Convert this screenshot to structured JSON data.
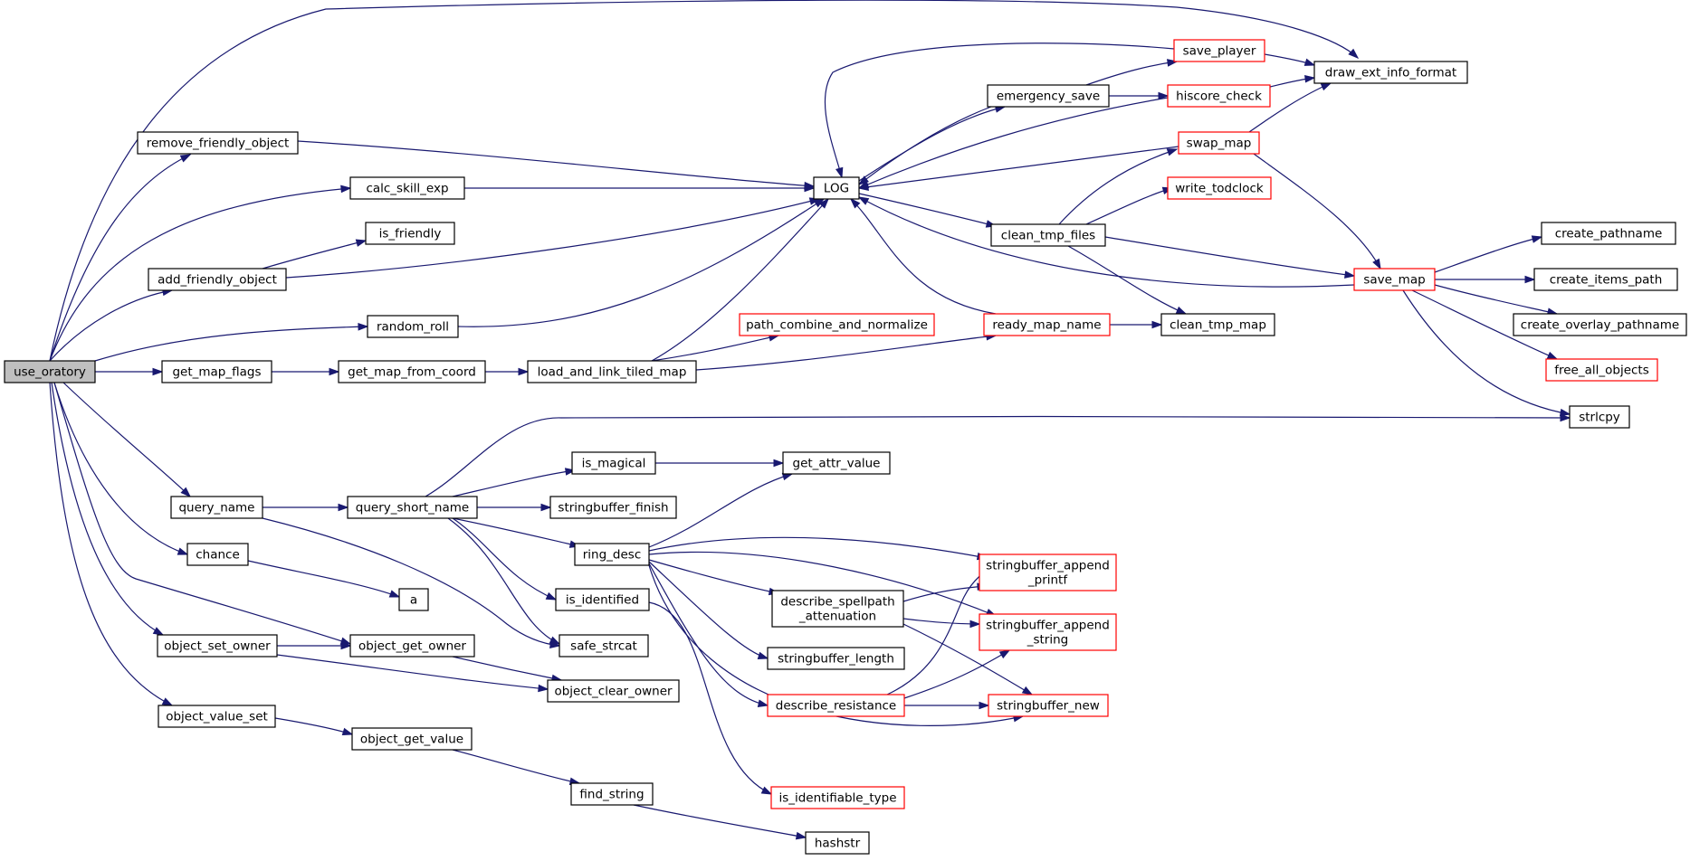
{
  "nodes": {
    "use_oratory": {
      "label": "use_oratory",
      "style": "root"
    },
    "remove_friendly_object": {
      "label": "remove_friendly_object",
      "style": "black"
    },
    "calc_skill_exp": {
      "label": "calc_skill_exp",
      "style": "black"
    },
    "is_friendly": {
      "label": "is_friendly",
      "style": "black"
    },
    "add_friendly_object": {
      "label": "add_friendly_object",
      "style": "black"
    },
    "random_roll": {
      "label": "random_roll",
      "style": "black"
    },
    "get_map_flags": {
      "label": "get_map_flags",
      "style": "black"
    },
    "get_map_from_coord": {
      "label": "get_map_from_coord",
      "style": "black"
    },
    "load_and_link_tiled_map": {
      "label": "load_and_link_tiled_map",
      "style": "black"
    },
    "path_combine_and_normalize": {
      "label": "path_combine_and_normalize",
      "style": "red"
    },
    "ready_map_name": {
      "label": "ready_map_name",
      "style": "red"
    },
    "clean_tmp_map": {
      "label": "clean_tmp_map",
      "style": "black"
    },
    "LOG": {
      "label": "LOG",
      "style": "black"
    },
    "emergency_save": {
      "label": "emergency_save",
      "style": "black"
    },
    "save_player": {
      "label": "save_player",
      "style": "red"
    },
    "hiscore_check": {
      "label": "hiscore_check",
      "style": "red"
    },
    "draw_ext_info_format": {
      "label": "draw_ext_info_format",
      "style": "black"
    },
    "swap_map": {
      "label": "swap_map",
      "style": "red"
    },
    "write_todclock": {
      "label": "write_todclock",
      "style": "red"
    },
    "clean_tmp_files": {
      "label": "clean_tmp_files",
      "style": "black"
    },
    "save_map": {
      "label": "save_map",
      "style": "red"
    },
    "create_pathname": {
      "label": "create_pathname",
      "style": "black"
    },
    "create_items_path": {
      "label": "create_items_path",
      "style": "black"
    },
    "create_overlay_pathname": {
      "label": "create_overlay_pathname",
      "style": "black"
    },
    "free_all_objects": {
      "label": "free_all_objects",
      "style": "red"
    },
    "strlcpy": {
      "label": "strlcpy",
      "style": "black"
    },
    "query_name": {
      "label": "query_name",
      "style": "black"
    },
    "query_short_name": {
      "label": "query_short_name",
      "style": "black"
    },
    "is_magical": {
      "label": "is_magical",
      "style": "black"
    },
    "get_attr_value": {
      "label": "get_attr_value",
      "style": "black"
    },
    "stringbuffer_finish": {
      "label": "stringbuffer_finish",
      "style": "black"
    },
    "ring_desc": {
      "label": "ring_desc",
      "style": "black"
    },
    "stringbuffer_append_printf": {
      "label": "stringbuffer_append\n_printf",
      "style": "red"
    },
    "stringbuffer_append_string": {
      "label": "stringbuffer_append\n_string",
      "style": "red"
    },
    "describe_spellpath_attenuation": {
      "label": "describe_spellpath\n_attenuation",
      "style": "black"
    },
    "stringbuffer_length": {
      "label": "stringbuffer_length",
      "style": "black"
    },
    "describe_resistance": {
      "label": "describe_resistance",
      "style": "red"
    },
    "stringbuffer_new": {
      "label": "stringbuffer_new",
      "style": "red"
    },
    "is_identifiable_type": {
      "label": "is_identifiable_type",
      "style": "red"
    },
    "is_identified": {
      "label": "is_identified",
      "style": "black"
    },
    "safe_strcat": {
      "label": "safe_strcat",
      "style": "black"
    },
    "chance": {
      "label": "chance",
      "style": "black"
    },
    "a": {
      "label": "a",
      "style": "black"
    },
    "object_set_owner": {
      "label": "object_set_owner",
      "style": "black"
    },
    "object_get_owner": {
      "label": "object_get_owner",
      "style": "black"
    },
    "object_clear_owner": {
      "label": "object_clear_owner",
      "style": "black"
    },
    "object_value_set": {
      "label": "object_value_set",
      "style": "black"
    },
    "object_get_value": {
      "label": "object_get_value",
      "style": "black"
    },
    "find_string": {
      "label": "find_string",
      "style": "black"
    },
    "hashstr": {
      "label": "hashstr",
      "style": "black"
    }
  },
  "edges": [
    [
      "use_oratory",
      "draw_ext_info_format"
    ],
    [
      "use_oratory",
      "remove_friendly_object"
    ],
    [
      "use_oratory",
      "calc_skill_exp"
    ],
    [
      "use_oratory",
      "add_friendly_object"
    ],
    [
      "use_oratory",
      "random_roll"
    ],
    [
      "use_oratory",
      "get_map_flags"
    ],
    [
      "use_oratory",
      "query_name"
    ],
    [
      "use_oratory",
      "chance"
    ],
    [
      "use_oratory",
      "object_get_owner"
    ],
    [
      "use_oratory",
      "object_set_owner"
    ],
    [
      "use_oratory",
      "object_value_set"
    ],
    [
      "remove_friendly_object",
      "LOG"
    ],
    [
      "calc_skill_exp",
      "LOG"
    ],
    [
      "add_friendly_object",
      "is_friendly"
    ],
    [
      "add_friendly_object",
      "LOG"
    ],
    [
      "random_roll",
      "LOG"
    ],
    [
      "get_map_flags",
      "get_map_from_coord"
    ],
    [
      "get_map_from_coord",
      "load_and_link_tiled_map"
    ],
    [
      "load_and_link_tiled_map",
      "LOG"
    ],
    [
      "load_and_link_tiled_map",
      "path_combine_and_normalize"
    ],
    [
      "load_and_link_tiled_map",
      "ready_map_name"
    ],
    [
      "ready_map_name",
      "clean_tmp_map"
    ],
    [
      "ready_map_name",
      "LOG"
    ],
    [
      "LOG",
      "emergency_save"
    ],
    [
      "LOG",
      "clean_tmp_files"
    ],
    [
      "emergency_save",
      "LOG"
    ],
    [
      "emergency_save",
      "save_player"
    ],
    [
      "emergency_save",
      "hiscore_check"
    ],
    [
      "save_player",
      "LOG"
    ],
    [
      "save_player",
      "draw_ext_info_format"
    ],
    [
      "hiscore_check",
      "LOG"
    ],
    [
      "hiscore_check",
      "draw_ext_info_format"
    ],
    [
      "swap_map",
      "LOG"
    ],
    [
      "swap_map",
      "draw_ext_info_format"
    ],
    [
      "swap_map",
      "save_map"
    ],
    [
      "clean_tmp_files",
      "swap_map"
    ],
    [
      "clean_tmp_files",
      "write_todclock"
    ],
    [
      "clean_tmp_files",
      "save_map"
    ],
    [
      "clean_tmp_files",
      "clean_tmp_map"
    ],
    [
      "save_map",
      "LOG"
    ],
    [
      "save_map",
      "create_pathname"
    ],
    [
      "save_map",
      "create_items_path"
    ],
    [
      "save_map",
      "create_overlay_pathname"
    ],
    [
      "save_map",
      "free_all_objects"
    ],
    [
      "save_map",
      "strlcpy"
    ],
    [
      "query_name",
      "query_short_name"
    ],
    [
      "query_name",
      "safe_strcat"
    ],
    [
      "query_short_name",
      "strlcpy"
    ],
    [
      "query_short_name",
      "is_magical"
    ],
    [
      "query_short_name",
      "stringbuffer_finish"
    ],
    [
      "query_short_name",
      "ring_desc"
    ],
    [
      "query_short_name",
      "is_identified"
    ],
    [
      "query_short_name",
      "safe_strcat"
    ],
    [
      "is_magical",
      "get_attr_value"
    ],
    [
      "ring_desc",
      "get_attr_value"
    ],
    [
      "ring_desc",
      "stringbuffer_append_printf"
    ],
    [
      "ring_desc",
      "stringbuffer_append_string"
    ],
    [
      "ring_desc",
      "describe_spellpath_attenuation"
    ],
    [
      "ring_desc",
      "stringbuffer_length"
    ],
    [
      "ring_desc",
      "describe_resistance"
    ],
    [
      "ring_desc",
      "stringbuffer_new"
    ],
    [
      "describe_spellpath_attenuation",
      "stringbuffer_append_printf"
    ],
    [
      "describe_spellpath_attenuation",
      "stringbuffer_append_string"
    ],
    [
      "describe_spellpath_attenuation",
      "stringbuffer_new"
    ],
    [
      "describe_resistance",
      "stringbuffer_new"
    ],
    [
      "describe_resistance",
      "stringbuffer_append_printf"
    ],
    [
      "describe_resistance",
      "stringbuffer_append_string"
    ],
    [
      "is_identified",
      "is_identifiable_type"
    ],
    [
      "chance",
      "a"
    ],
    [
      "object_set_owner",
      "object_get_owner"
    ],
    [
      "object_set_owner",
      "object_clear_owner"
    ],
    [
      "object_get_owner",
      "object_clear_owner"
    ],
    [
      "object_value_set",
      "object_get_value"
    ],
    [
      "object_get_value",
      "find_string"
    ],
    [
      "find_string",
      "hashstr"
    ]
  ]
}
